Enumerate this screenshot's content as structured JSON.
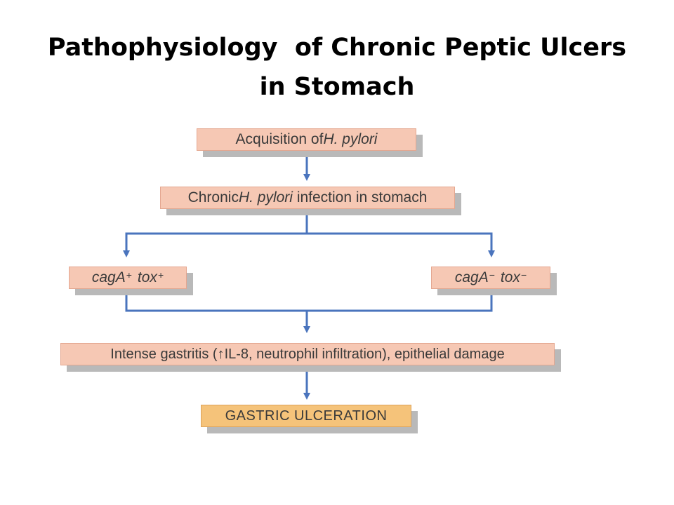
{
  "slide": {
    "title_line1": "Pathophysiology  of Chronic Peptic Ulcers",
    "title_line2": "in Stomach"
  },
  "diagram": {
    "box_acquisition": {
      "prefix": "Acquisition of ",
      "organism": "H. pylori"
    },
    "box_chronic_infection": {
      "prefix": "Chronic ",
      "organism": "H. pylori",
      "suffix": " infection in stomach"
    },
    "box_cag_positive": {
      "gene1": "cagA",
      "gene1_sign": "+",
      "gene2": "tox",
      "gene2_sign": "+"
    },
    "box_cag_negative": {
      "gene1": "cagA",
      "gene1_sign": "−",
      "gene2": "tox",
      "gene2_sign": "−"
    },
    "box_gastritis": {
      "text_before": "Intense gastritis (",
      "up_arrow": "↑",
      "text_after": "IL-8, neutrophil infiltration), epithelial damage"
    },
    "box_ulceration": {
      "label": "GASTRIC ULCERATION"
    },
    "colors": {
      "connector": "#4a74bd",
      "box_fill": "#f6c8b4",
      "outcome_fill": "#f5c37a",
      "shadow": "#b9b9b9"
    }
  }
}
